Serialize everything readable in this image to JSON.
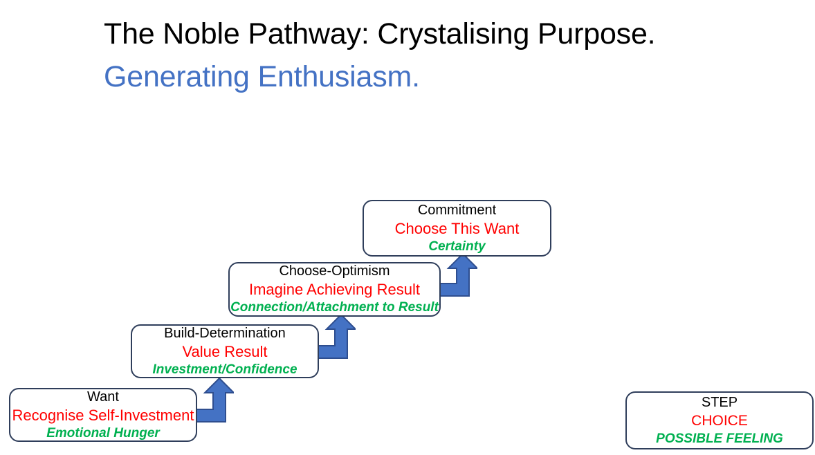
{
  "slide": {
    "title_main": "The Noble Pathway: Crystalising Purpose.",
    "title_sub": "Generating Enthusiasm."
  },
  "colors": {
    "step_text": "#000000",
    "choice_text": "#FF0000",
    "feeling_text": "#00B050",
    "box_border": "#2F3E5B",
    "arrow_fill": "#4472C4",
    "arrow_stroke": "#2E4E8F",
    "title_accent": "#4472C4",
    "background": "#FFFFFF"
  },
  "diagram": {
    "steps": [
      {
        "id": "want",
        "step": "Want",
        "choice": "Recognise Self-Investment",
        "feeling": "Emotional Hunger"
      },
      {
        "id": "build-determination",
        "step": "Build-Determination",
        "choice": "Value Result",
        "feeling": "Investment/Confidence"
      },
      {
        "id": "choose-optimism",
        "step": "Choose-Optimism",
        "choice": "Imagine Achieving Result",
        "feeling": "Connection/Attachment to Result"
      },
      {
        "id": "commitment",
        "step": "Commitment",
        "choice": "Choose This Want",
        "feeling": "Certainty"
      }
    ],
    "connectors": [
      {
        "id": "want-to-build",
        "from": "want",
        "to": "build-determination",
        "shape": "elbow-up-arrow"
      },
      {
        "id": "build-to-optimism",
        "from": "build-determination",
        "to": "choose-optimism",
        "shape": "elbow-up-arrow"
      },
      {
        "id": "optimism-to-commitment",
        "from": "choose-optimism",
        "to": "commitment",
        "shape": "elbow-up-arrow"
      }
    ]
  },
  "legend": {
    "step": "STEP",
    "choice": "CHOICE",
    "feeling": "POSSIBLE FEELING"
  }
}
